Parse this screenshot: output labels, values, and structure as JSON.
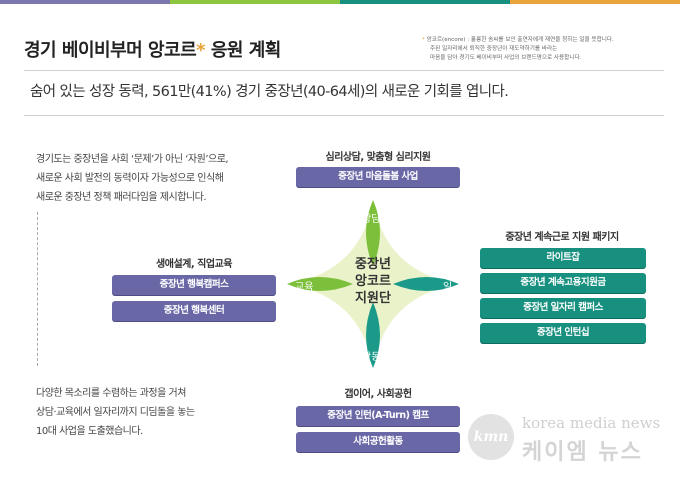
{
  "colors": {
    "accent_purple": "#6a67a6",
    "accent_teal": "#17907f",
    "star_orange": "#e8a33a",
    "petal_green": "#7cbf3a",
    "petal_teal": "#1b9a8a",
    "center_fill": "#e9f2c9",
    "topbar": [
      "#7a77b0",
      "#8cc63f",
      "#17907f",
      "#e8a33a"
    ]
  },
  "header": {
    "title": "경기 베이비부머 앙코르",
    "title_star": "*",
    "title_suffix": " 응원 계획",
    "note_line1_star": "*",
    "note_line1": " 앙코르(encore) : 훌륭한 솜씨를 보인 출연자에게 재연을 청하는 일을 뜻합니다.",
    "note_line2": "주된 일자리에서 퇴직한 중장년이 재도약하기를 바라는",
    "note_line3": "마음을 담아 경기도 베이비부머 사업의 브랜드명으로 사용합니다."
  },
  "subtitle": "숨어 있는 성장 동력, 561만(41%) 경기 중장년(40-64세)의 새로운 기회를 엽니다.",
  "intro": [
    "경기도는 중장년을 사회 ‘문제’가 아닌 ‘자원’으로,",
    "새로운 사회 발전의 동력이자 가능성으로 인식해",
    "새로운 중장년 정책 패러다임을 제시합니다."
  ],
  "outro": [
    "다양한 목소리를 수렴하는 과정을 거쳐",
    "상담·교육에서 일자리까지 디딤돌을 놓는",
    "10대 사업을 도출했습니다."
  ],
  "groups": {
    "counseling": {
      "title": "심리상담, 맞춤형 심리지원",
      "items": [
        "중장년 마음돌봄 사업"
      ]
    },
    "education": {
      "title": "생애설계, 직업교육",
      "items": [
        "중장년 행복캠퍼스",
        "중장년 행복센터"
      ]
    },
    "work": {
      "title": "중장년 계속근로 지원 패키지",
      "items": [
        "라이트잡",
        "중장년 계속고용지원금",
        "중장년 일자리 캠퍼스",
        "중장년 인턴십"
      ]
    },
    "activity": {
      "title": "갭이어, 사회공헌",
      "items": [
        "중장년 인턴(A-Turn) 캠프",
        "사회공헌활동"
      ]
    }
  },
  "center": {
    "label_top": "상담",
    "label_left": "교육",
    "label_right": "일",
    "label_bottom": "활동",
    "center_lines": [
      "중장년",
      "앙코르",
      "지원단"
    ]
  },
  "logo": {
    "mark": "kmn",
    "en": "korea media news",
    "ko": "케이엠 뉴스"
  }
}
